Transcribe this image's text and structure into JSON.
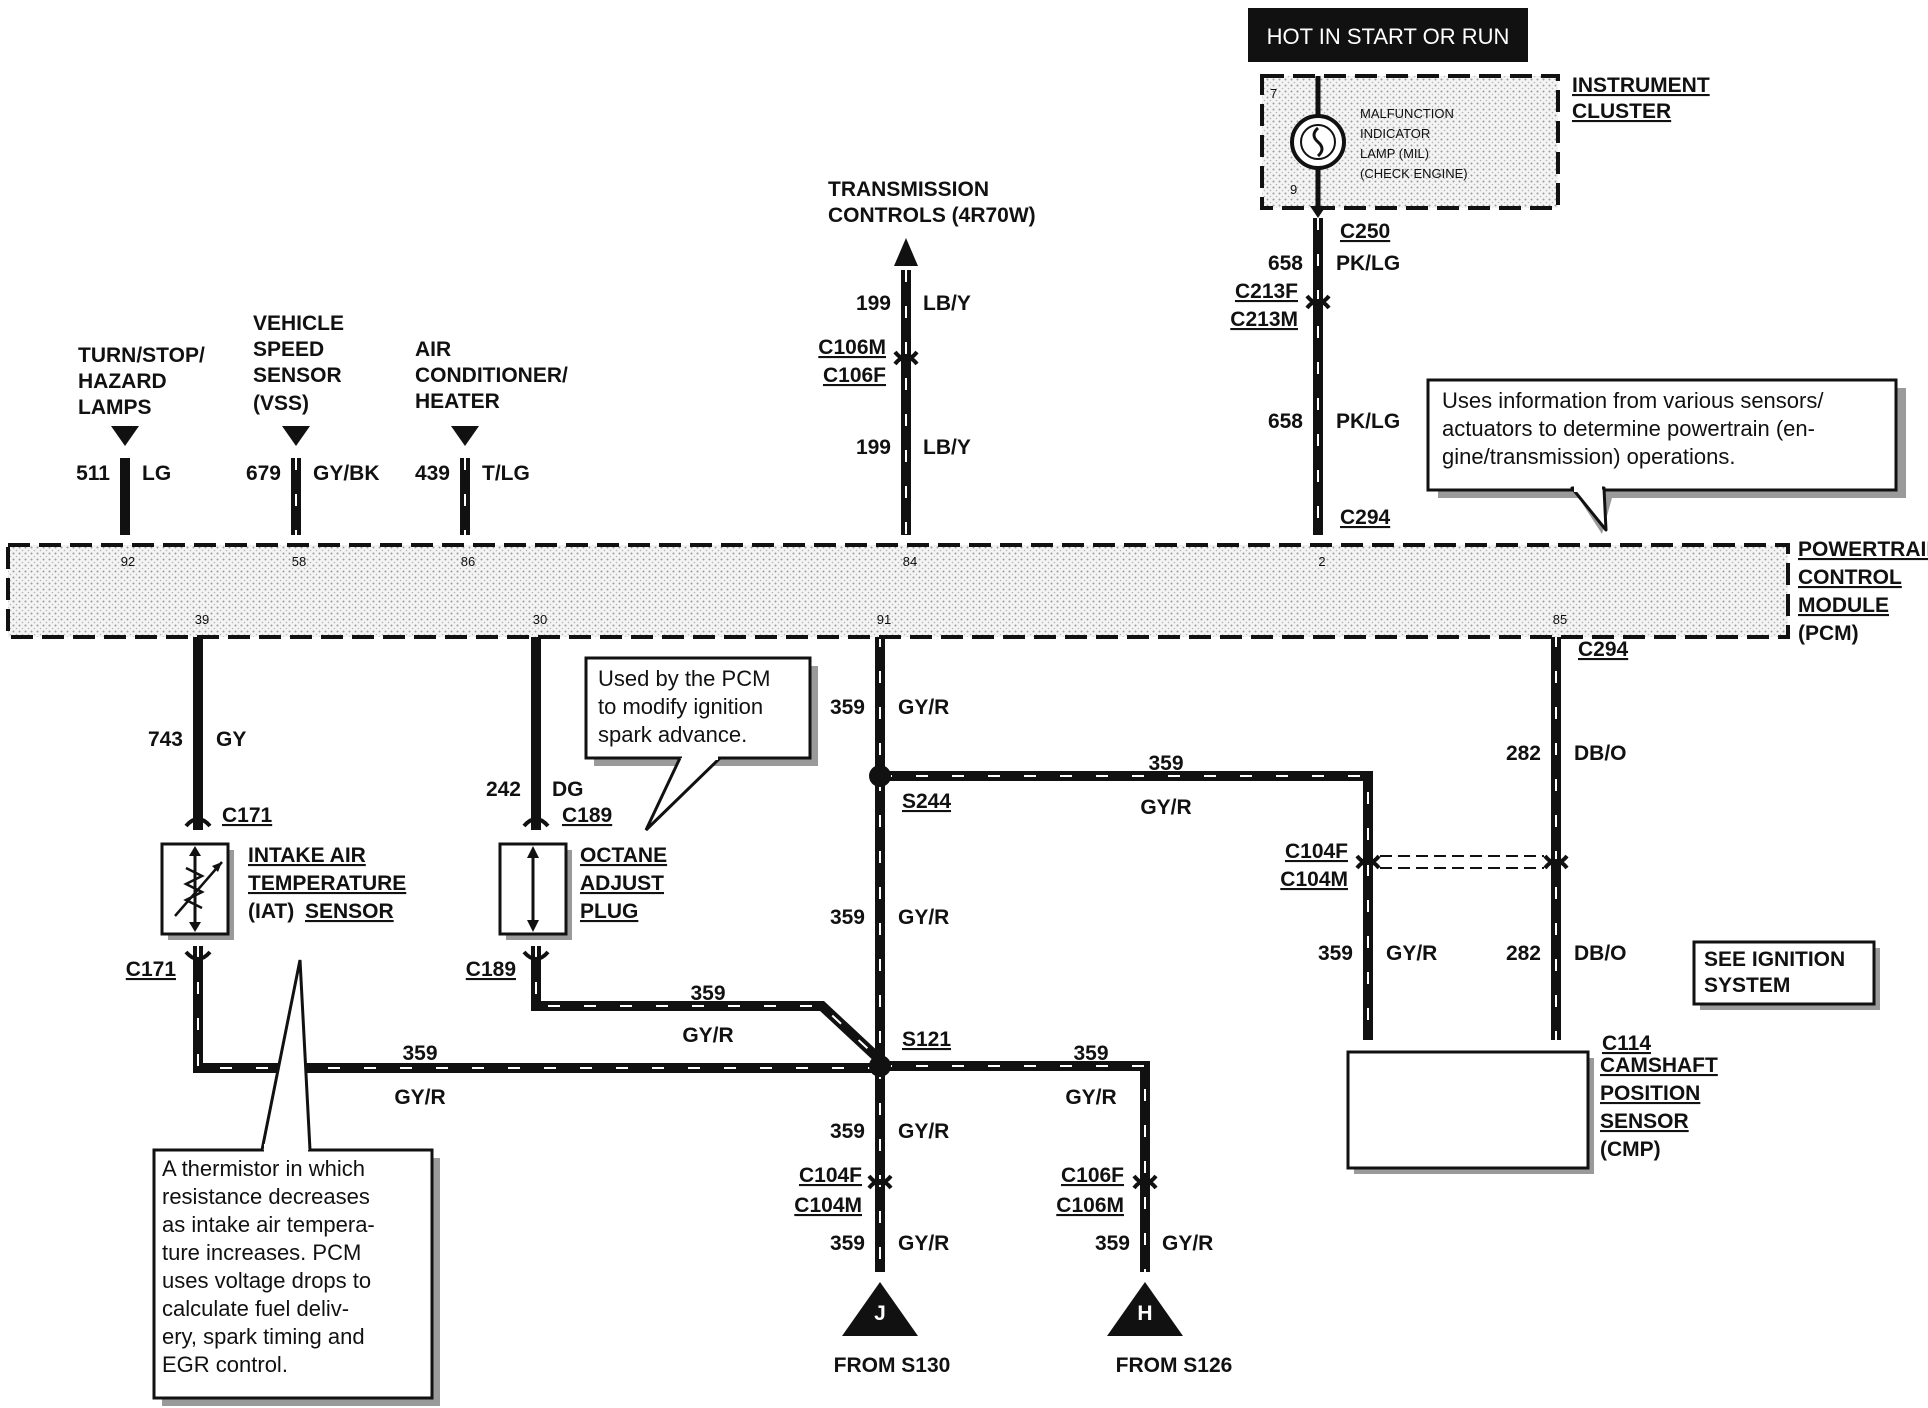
{
  "power": {
    "label": "HOT IN START OR RUN"
  },
  "cluster": {
    "label_1": "INSTRUMENT",
    "label_2": "CLUSTER",
    "mil_1": "MALFUNCTION",
    "mil_2": "INDICATOR",
    "mil_3": "LAMP (MIL)",
    "mil_4": "(CHECK ENGINE)",
    "pin_top": "7",
    "pin_bottom": "9"
  },
  "pcm": {
    "label_1": "POWERTRAIN",
    "label_2": "CONTROL",
    "label_3": "MODULE",
    "label_4": "(PCM)",
    "top_pins": [
      "92",
      "58",
      "86",
      "84",
      "2"
    ],
    "bottom_pins": [
      "39",
      "30",
      "91",
      "85"
    ]
  },
  "destinations": {
    "turn": [
      "TURN/STOP/",
      "HAZARD",
      "LAMPS"
    ],
    "vss": [
      "VEHICLE",
      "SPEED",
      "SENSOR",
      "(VSS)"
    ],
    "ac": [
      "AIR",
      "CONDITIONER/",
      "HEATER"
    ],
    "trans": [
      "TRANSMISSION",
      "CONTROLS (4R70W)"
    ]
  },
  "wires": {
    "w511": {
      "circuit": "511",
      "color": "LG"
    },
    "w679": {
      "circuit": "679",
      "color": "GY/BK"
    },
    "w439": {
      "circuit": "439",
      "color": "T/LG"
    },
    "w199a": {
      "circuit": "199",
      "color": "LB/Y"
    },
    "w199b": {
      "circuit": "199",
      "color": "LB/Y"
    },
    "w658a": {
      "circuit": "658",
      "color": "PK/LG"
    },
    "w658b": {
      "circuit": "658",
      "color": "PK/LG"
    },
    "w743": {
      "circuit": "743",
      "color": "GY"
    },
    "w242": {
      "circuit": "242",
      "color": "DG"
    },
    "w359a": {
      "circuit": "359",
      "color": "GY/R"
    },
    "w359b": {
      "circuit": "359",
      "color": "GY/R"
    },
    "w359c": {
      "circuit": "359",
      "color": "GY/R"
    },
    "w359d": {
      "circuit": "359",
      "color": "GY/R"
    },
    "w359e": {
      "circuit": "359",
      "color": "GY/R"
    },
    "w359f": {
      "circuit": "359",
      "color": "GY/R"
    },
    "w359g": {
      "circuit": "359",
      "color": "GY/R"
    },
    "w359h": {
      "circuit": "359",
      "color": "GY/R"
    },
    "w359i": {
      "circuit": "359",
      "color": "GY/R"
    },
    "w359j": {
      "circuit": "359",
      "color": "GY/R"
    },
    "w282a": {
      "circuit": "282",
      "color": "DB/O"
    },
    "w282b": {
      "circuit": "282",
      "color": "DB/O"
    }
  },
  "connectors": {
    "c250": "C250",
    "c213f": "C213F",
    "c213m": "C213M",
    "c106m_top": "C106M",
    "c106f_top": "C106F",
    "c294_top": "C294",
    "c294_bottom": "C294",
    "c171_top": "C171",
    "c171_bottom": "C171",
    "c189_top": "C189",
    "c189_bottom": "C189",
    "c104f_right": "C104F",
    "c104m_right": "C104M",
    "c114": "C114",
    "c104f_bottom": "C104F",
    "c104m_bottom": "C104M",
    "c106f_bottom": "C106F",
    "c106m_bottom": "C106M"
  },
  "splices": {
    "s244": "S244",
    "s121": "S121"
  },
  "components": {
    "iat": [
      "INTAKE AIR",
      "TEMPERATURE",
      "(IAT)",
      "SENSOR"
    ],
    "octane": [
      "OCTANE",
      "ADJUST",
      "PLUG"
    ],
    "cmp": [
      "CAMSHAFT",
      "POSITION",
      "SENSOR",
      "(CMP)"
    ]
  },
  "notes": {
    "pcm_note": [
      "Uses information from various sensors/",
      "actuators to determine powertrain (en-",
      "gine/transmission) operations."
    ],
    "octane_note": [
      "Used by the PCM",
      "to modify ignition",
      "spark advance."
    ],
    "iat_note": [
      "A thermistor in which",
      "resistance decreases",
      "as intake air tempera-",
      "ture increases. PCM",
      "uses voltage drops to",
      "calculate fuel deliv-",
      "ery, spark timing and",
      "EGR control."
    ],
    "ignition": [
      "SEE IGNITION",
      "SYSTEM"
    ]
  },
  "sources": {
    "j_letter": "J",
    "h_letter": "H",
    "j_from": "FROM S130",
    "h_from": "FROM S126"
  }
}
